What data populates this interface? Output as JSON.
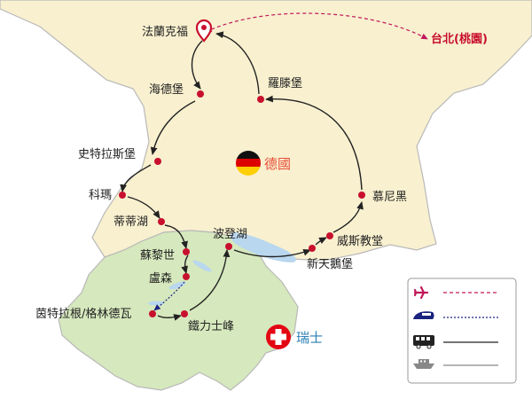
{
  "colors": {
    "germany": "#f8f0cf",
    "switzerland": "#d6e8bd",
    "outside": "#ffffff",
    "border": "#b9b9b9",
    "lake": "#b9d7ee",
    "city_dot": "#c8102e",
    "route_line": "#222222",
    "flight": "#c2185b",
    "train": "#1a237e",
    "germany_label": "#e94e3a",
    "switzerland_label": "#2a7fb5",
    "taipei_label": "#c8102e"
  },
  "cities": {
    "frankfurt": "法蘭克福",
    "heidelberg": "海德堡",
    "rothenburg": "羅滕堡",
    "stuttgart": "史特拉斯堡",
    "colmar": "科瑪",
    "titisee": "蒂蒂湖",
    "zurich": "蘇黎世",
    "lucerne": "盧森",
    "interlaken": "茵特拉根/格林德瓦",
    "titlis": "鐵力士峰",
    "bodensee": "波登湖",
    "neuschwanstein": "新天鵝堡",
    "wieskirche": "威斯教堂",
    "munich": "慕尼黑"
  },
  "countries": {
    "germany": "德國",
    "switzerland": "瑞士"
  },
  "origin": "台北(桃園)",
  "icons": {
    "frankfurt_marker": "location-pin-icon",
    "germany_flag": "germany-flag-icon",
    "switzerland_flag": "switzerland-flag-icon"
  },
  "legend": [
    {
      "icon": "airplane-icon",
      "line": "dashed",
      "color": "#c2185b"
    },
    {
      "icon": "train-icon",
      "line": "dotted",
      "color": "#1a237e"
    },
    {
      "icon": "bus-icon",
      "line": "solid",
      "color": "#222222"
    },
    {
      "icon": "ferry-icon",
      "line": "solid",
      "color": "#888888"
    }
  ]
}
